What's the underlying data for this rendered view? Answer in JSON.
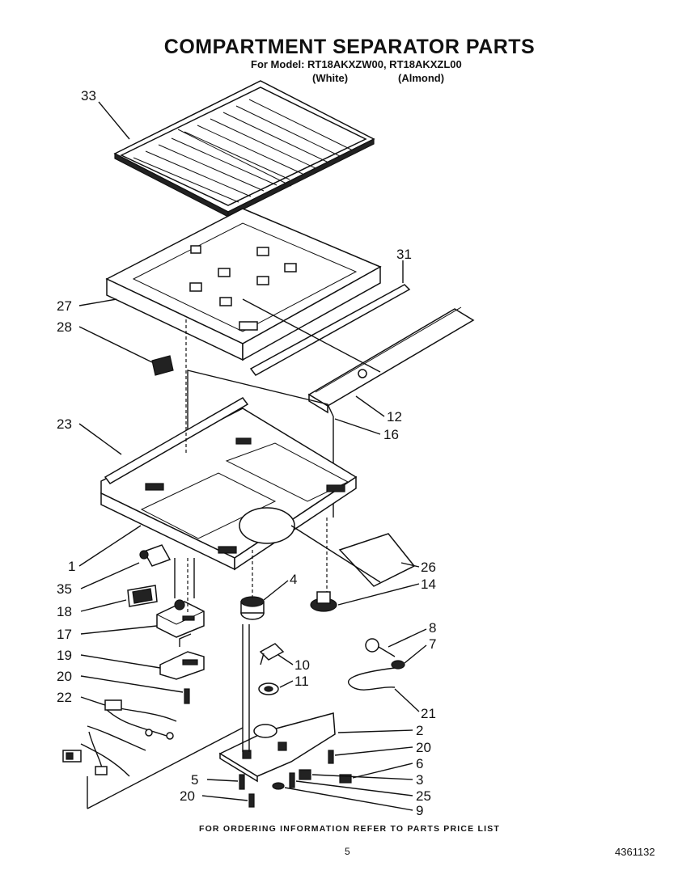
{
  "header": {
    "title": "COMPARTMENT SEPARATOR PARTS",
    "model_line": "For Model: RT18AKXZW00, RT18AKXZL00",
    "variant_white": "(White)",
    "variant_almond": "(Almond)"
  },
  "callouts": [
    {
      "id": "c33",
      "text": "33"
    },
    {
      "id": "c31",
      "text": "31"
    },
    {
      "id": "c27",
      "text": "27"
    },
    {
      "id": "c28",
      "text": "28"
    },
    {
      "id": "c12",
      "text": "12"
    },
    {
      "id": "c16",
      "text": "16"
    },
    {
      "id": "c23",
      "text": "23"
    },
    {
      "id": "c1",
      "text": "1"
    },
    {
      "id": "c26",
      "text": "26"
    },
    {
      "id": "c14",
      "text": "14"
    },
    {
      "id": "c4",
      "text": "4"
    },
    {
      "id": "c35",
      "text": "35"
    },
    {
      "id": "c18",
      "text": "18"
    },
    {
      "id": "c17",
      "text": "17"
    },
    {
      "id": "c8",
      "text": "8"
    },
    {
      "id": "c7",
      "text": "7"
    },
    {
      "id": "c10",
      "text": "10"
    },
    {
      "id": "c19",
      "text": "19"
    },
    {
      "id": "c11",
      "text": "11"
    },
    {
      "id": "c20a",
      "text": "20"
    },
    {
      "id": "c22",
      "text": "22"
    },
    {
      "id": "c21",
      "text": "21"
    },
    {
      "id": "c2",
      "text": "2"
    },
    {
      "id": "c20b",
      "text": "20"
    },
    {
      "id": "c6",
      "text": "6"
    },
    {
      "id": "c5",
      "text": "5"
    },
    {
      "id": "c3",
      "text": "3"
    },
    {
      "id": "c25",
      "text": "25"
    },
    {
      "id": "c20c",
      "text": "20"
    },
    {
      "id": "c9",
      "text": "9"
    }
  ],
  "footer": {
    "ordering_note": "FOR ORDERING INFORMATION REFER TO PARTS PRICE LIST",
    "page_number": "5",
    "document_number": "4361132"
  }
}
